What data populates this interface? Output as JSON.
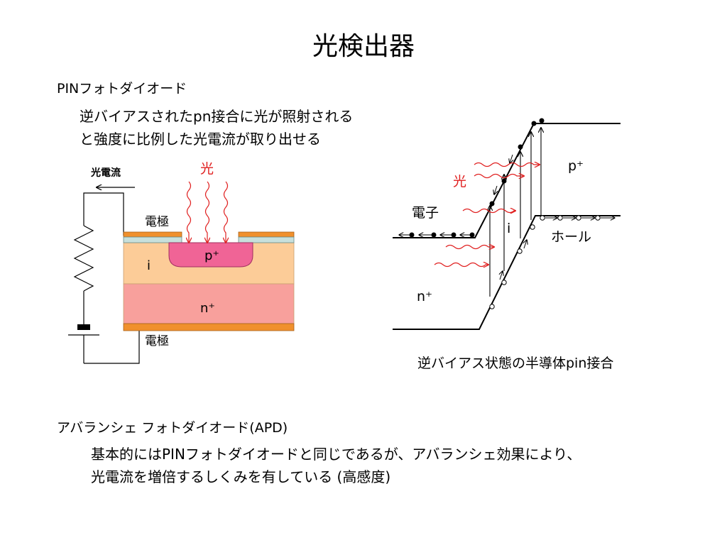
{
  "title": "光検出器",
  "section_pin": {
    "heading": "PINフォトダイオード",
    "desc_line1": "逆バイアスされたpn接合に光が照射される",
    "desc_line2": "と強度に比例した光電流が取り出せる"
  },
  "device_labels": {
    "photocurrent": "光電流",
    "light": "光",
    "electrode_top": "電極",
    "electrode_bottom": "電極",
    "i_layer": "i",
    "p_plus": "p⁺",
    "n_plus": "n⁺"
  },
  "band_labels": {
    "light": "光",
    "electron": "電子",
    "hole": "ホール",
    "p_plus": "p⁺",
    "n_plus": "n⁺",
    "i_region": "i",
    "caption": "逆バイアス状態の半導体pin接合"
  },
  "section_apd": {
    "heading": "アバランシェ フォトダイオード(APD)",
    "desc_line1": "基本的にはPINフォトダイオードと同じであるが、アバランシェ効果により、",
    "desc_line2": "光電流を増倍するしくみを有している (高感度)"
  },
  "colors": {
    "electrode": "#F0902C",
    "oxide": "#C8E0DC",
    "i_layer": "#FCCC98",
    "n_layer": "#F8A09C",
    "p_region": "#F06496",
    "light_red": "#E02020"
  }
}
